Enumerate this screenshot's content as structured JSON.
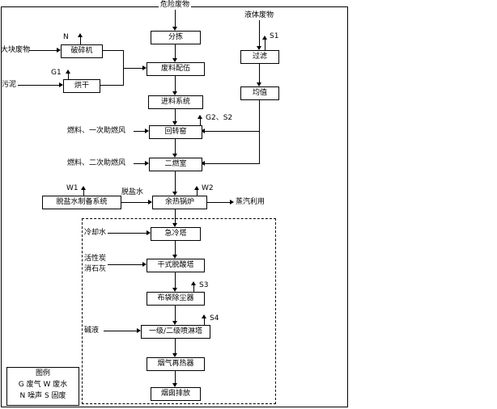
{
  "nodes": {
    "hazardous_waste": {
      "label": "危险废物"
    },
    "sorting": {
      "label": "分拣"
    },
    "blending": {
      "label": "废料配伍"
    },
    "feeding": {
      "label": "进料系统"
    },
    "rotary_kiln": {
      "label": "回转窑"
    },
    "secondary_chamber": {
      "label": "二燃室"
    },
    "waste_heat_boiler": {
      "label": "余热锅炉"
    },
    "quench_tower": {
      "label": "急冷塔"
    },
    "dry_deacid_tower": {
      "label": "干式脱酸塔"
    },
    "bag_filter": {
      "label": "布袋除尘器"
    },
    "spray_tower": {
      "label": "一级/二级喷淋塔"
    },
    "reheater": {
      "label": "烟气再热器"
    },
    "stack": {
      "label": "烟囱排放"
    },
    "crusher": {
      "label": "破碎机"
    },
    "dryer": {
      "label": "烘干"
    },
    "filter": {
      "label": "过滤"
    },
    "equalizer": {
      "label": "均值"
    },
    "demin_water_system": {
      "label": "脱盐水制备系统"
    }
  },
  "inputs": {
    "bulk_waste": "大块废物",
    "sludge": "污泥",
    "liquid_waste": "液体废物",
    "fuel_primary": "燃料、一次助燃风",
    "fuel_secondary": "燃料、二次助燃风",
    "demin_water": "脱盐水",
    "cooling_water": "冷却水",
    "activated_carbon": "活性炭",
    "slaked_lime": "消石灰",
    "alkali": "碱液"
  },
  "outputs": {
    "steam_use": "蒸汽利用"
  },
  "emissions": {
    "n": "N",
    "g1": "G1",
    "s1": "S1",
    "g2_s2": "G2、S2",
    "w1": "W1",
    "w2": "W2",
    "s3": "S3",
    "s4": "S4"
  },
  "legend": {
    "title": "图例",
    "row1": "G 废气 W 废水",
    "row2": "N 噪声 S 固废"
  }
}
